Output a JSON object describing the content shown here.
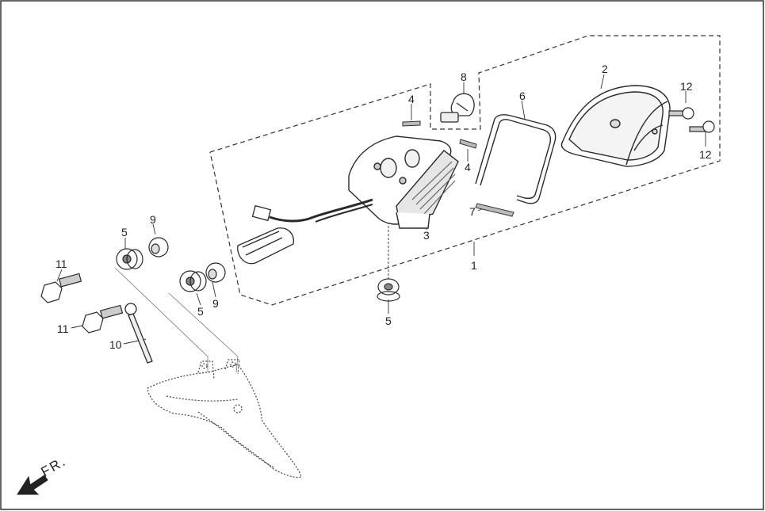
{
  "callouts": [
    {
      "id": "c1",
      "text": "1"
    },
    {
      "id": "c2",
      "text": "2"
    },
    {
      "id": "c3",
      "text": "3"
    },
    {
      "id": "c4a",
      "text": "4"
    },
    {
      "id": "c4b",
      "text": "4"
    },
    {
      "id": "c5a",
      "text": "5"
    },
    {
      "id": "c5b",
      "text": "5"
    },
    {
      "id": "c5c",
      "text": "5"
    },
    {
      "id": "c6",
      "text": "6"
    },
    {
      "id": "c7",
      "text": "7"
    },
    {
      "id": "c8",
      "text": "8"
    },
    {
      "id": "c9a",
      "text": "9"
    },
    {
      "id": "c9b",
      "text": "9"
    },
    {
      "id": "c10",
      "text": "10"
    },
    {
      "id": "c11a",
      "text": "11"
    },
    {
      "id": "c11b",
      "text": "11"
    },
    {
      "id": "c12a",
      "text": "12"
    },
    {
      "id": "c12b",
      "text": "12"
    }
  ],
  "direction_label": "FR.",
  "colors": {
    "line": "#2a2a2a",
    "fill": "#ffffff",
    "shade": "#cfcfcf",
    "dark": "#555555"
  }
}
